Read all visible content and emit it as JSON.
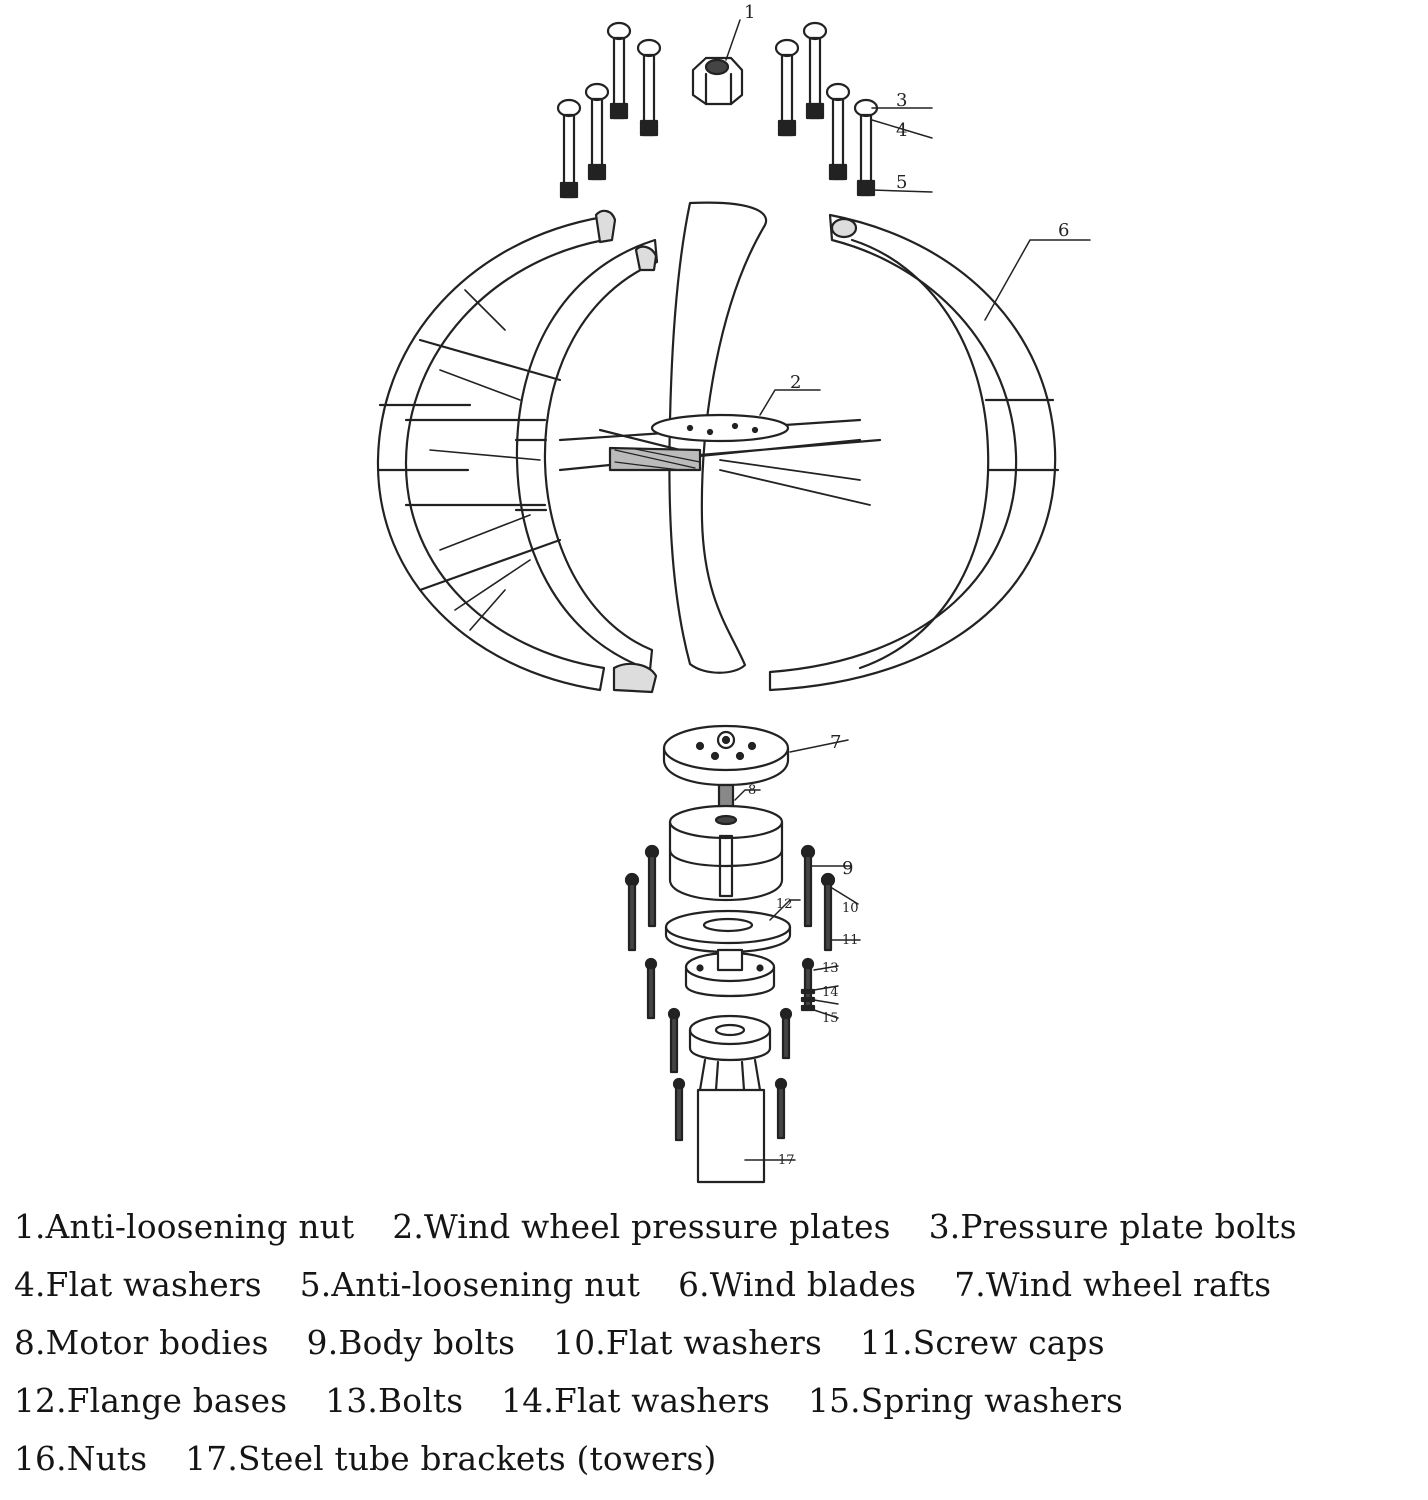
{
  "callouts": [
    {
      "id": "1",
      "text": "1"
    },
    {
      "id": "2",
      "text": "2"
    },
    {
      "id": "3",
      "text": "3"
    },
    {
      "id": "4",
      "text": "4"
    },
    {
      "id": "5",
      "text": "5"
    },
    {
      "id": "6",
      "text": "6"
    },
    {
      "id": "7",
      "text": "7"
    },
    {
      "id": "8",
      "text": "8"
    },
    {
      "id": "9",
      "text": "9"
    },
    {
      "id": "10",
      "text": "10"
    },
    {
      "id": "11",
      "text": "11"
    },
    {
      "id": "12",
      "text": "12"
    },
    {
      "id": "13",
      "text": "13"
    },
    {
      "id": "14",
      "text": "14"
    },
    {
      "id": "15",
      "text": "15"
    },
    {
      "id": "17",
      "text": "17"
    }
  ],
  "legend": {
    "rows": [
      [
        "1.Anti-loosening nut",
        "2.Wind wheel pressure plates",
        "3.Pressure plate bolts"
      ],
      [
        "4.Flat washers",
        "5.Anti-loosening nut",
        "6.Wind blades",
        "7.Wind wheel rafts"
      ],
      [
        "8.Motor bodies",
        "9.Body bolts",
        "10.Flat washers",
        "11.Screw caps"
      ],
      [
        "12.Flange bases",
        "13.Bolts",
        "14.Flat washers",
        "15.Spring washers"
      ],
      [
        "16.Nuts",
        "17.Steel tube brackets (towers)"
      ]
    ]
  }
}
